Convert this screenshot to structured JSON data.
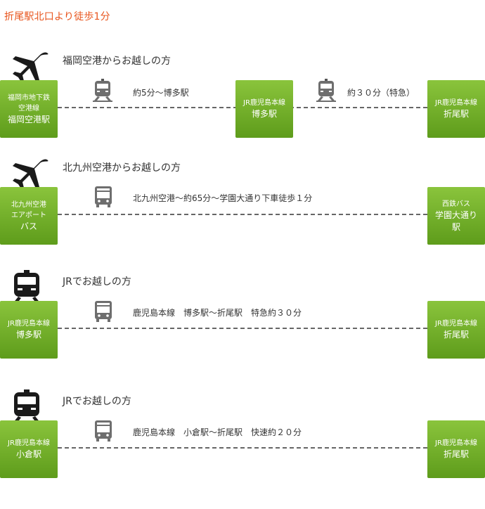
{
  "title": "折尾駅北口より徒歩1分",
  "sections": [
    {
      "icon": "airplane-icon",
      "heading": "福岡空港からお越しの方",
      "stations": [
        {
          "lines": [
            "福岡市地下鉄",
            "空港線",
            "福岡空港駅"
          ]
        },
        {
          "lines": [
            "JR鹿児島本線",
            "博多駅"
          ]
        },
        {
          "lines": [
            "JR鹿児島本線",
            "折尾駅"
          ]
        }
      ],
      "legs": [
        {
          "icon": "train-icon",
          "text": "約5分～博多駅"
        },
        {
          "icon": "train-icon",
          "text": "約３０分（特急）"
        }
      ]
    },
    {
      "icon": "airplane-icon",
      "heading": "北九州空港からお越しの方",
      "stations": [
        {
          "lines": [
            "北九州空港",
            "エアポート",
            "バス"
          ]
        },
        {
          "lines": [
            "西鉄バス",
            "学園大通り",
            "駅"
          ]
        }
      ],
      "legs": [
        {
          "icon": "bus-icon",
          "text": "北九州空港～約65分～学園大通り下車徒歩１分"
        }
      ]
    },
    {
      "icon": "train-icon",
      "heading": "JRでお越しの方",
      "stations": [
        {
          "lines": [
            "JR鹿児島本線",
            "博多駅"
          ]
        },
        {
          "lines": [
            "JR鹿児島本線",
            "折尾駅"
          ]
        }
      ],
      "legs": [
        {
          "icon": "bus-icon",
          "text": "鹿児島本線　博多駅～折尾駅　特急約３０分"
        }
      ]
    },
    {
      "icon": "train-icon",
      "heading": "JRでお越しの方",
      "stations": [
        {
          "lines": [
            "JR鹿児島本線",
            "小倉駅"
          ]
        },
        {
          "lines": [
            "JR鹿児島本線",
            "折尾駅"
          ]
        }
      ],
      "legs": [
        {
          "icon": "bus-icon",
          "text": "鹿児島本線　小倉駅～折尾駅　快速約２０分"
        }
      ]
    }
  ],
  "colors": {
    "title": "#e8541c",
    "station_top": "#8ac43c",
    "station_bottom": "#5e9c1b",
    "route_line": "#666666"
  }
}
